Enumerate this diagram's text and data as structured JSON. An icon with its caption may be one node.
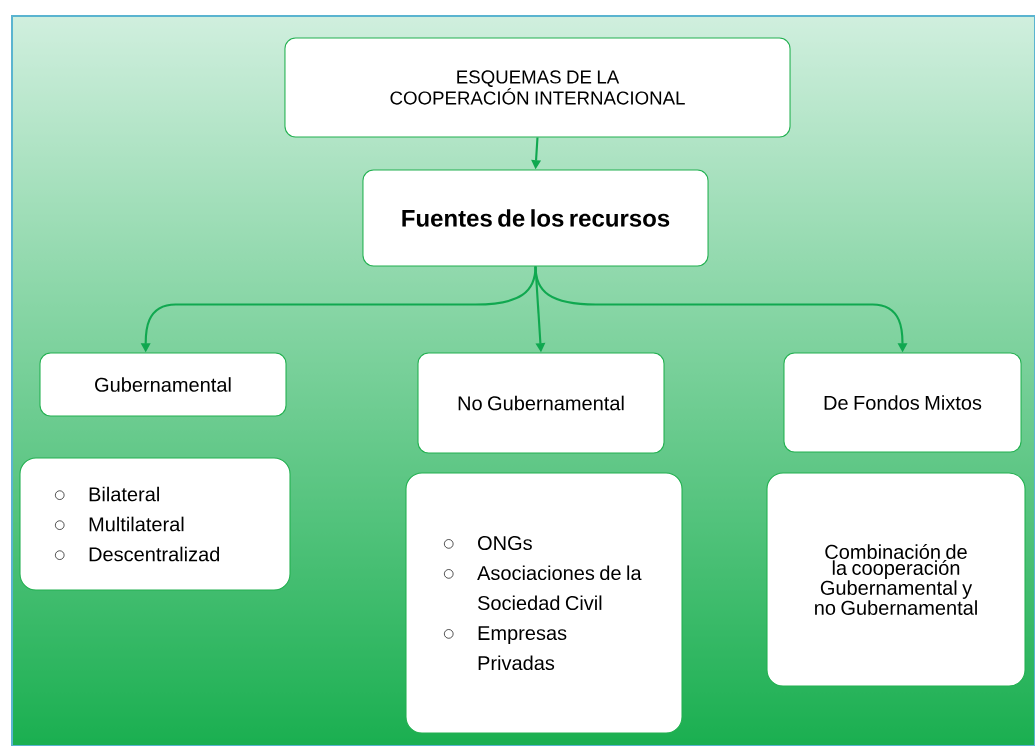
{
  "diagram": {
    "nodes": [
      {
        "text": [
          "ESQUEMAS DE LA COOPERACIÓN INTERNACIONAL"
        ]
      },
      {
        "text": [
          "Fuentes de los recursos"
        ]
      },
      {
        "text": [
          "Gubernamental"
        ]
      },
      {
        "text": [
          "No Gubernamental"
        ]
      },
      {
        "text": [
          "De Fondos Mixtos"
        ]
      },
      {
        "text": [
          "Bilateral",
          "Multilateral",
          "Descentralizad"
        ]
      },
      {
        "text": [
          "ONGs",
          "Asociaciones de la Sociedad Civil",
          "Empresas Privadas"
        ]
      },
      {
        "text": [
          "Combinación de la cooperación Gubernamental y no Gubernamental"
        ]
      }
    ],
    "edges": [
      {
        "from": 0,
        "to": 1,
        "arrow": "to"
      },
      {
        "from": 1,
        "to": 2,
        "arrow": "to"
      },
      {
        "from": 1,
        "to": 3,
        "arrow": "to"
      },
      {
        "from": 1,
        "to": 4,
        "arrow": "to"
      }
    ]
  }
}
